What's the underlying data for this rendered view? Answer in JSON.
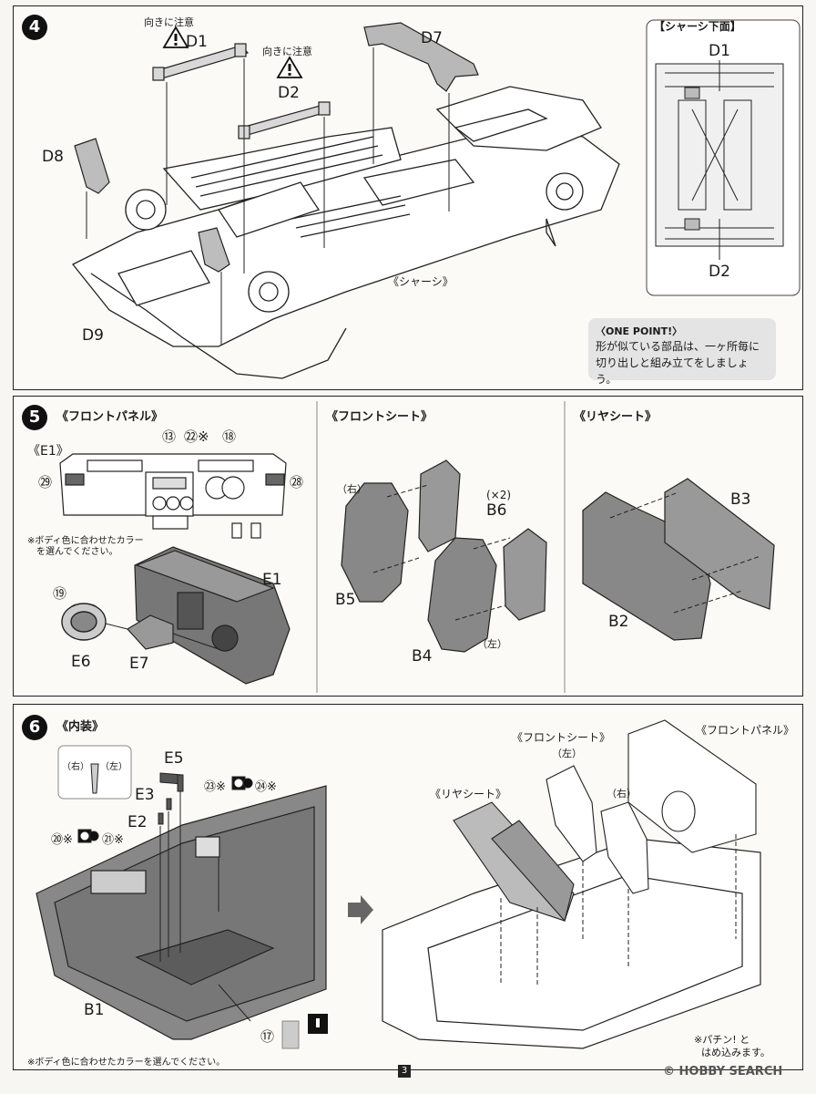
{
  "step4": {
    "number": "4",
    "caution1": "向きに注意",
    "caution2": "向きに注意",
    "d1": "D1",
    "d2": "D2",
    "d7": "D7",
    "d8": "D8",
    "d9": "D9",
    "chassis": "《シャーシ》",
    "underside_title": "【シャーシ下面】",
    "underside_d1": "D1",
    "underside_d2": "D2",
    "onepoint_title": "〈ONE POINT!〉",
    "onepoint_line1": "形が似ている部品は、一ヶ所毎に",
    "onepoint_line2": "切り出しと組み立てをしましょう。"
  },
  "step5": {
    "number": "5",
    "front_panel_title": "《フロントパネル》",
    "e1_label": "《E1》",
    "decal13": "⑬",
    "decal22": "㉒※",
    "decal18": "⑱",
    "decal29": "㉙",
    "decal28": "㉘",
    "color_note_line1": "※ボディ色に合わせたカラー",
    "color_note_line2": "を選んでください。",
    "e1": "E1",
    "decal19": "⑲",
    "e6": "E6",
    "e7": "E7",
    "front_seat_title": "《フロントシート》",
    "right": "（右）",
    "x2": "(×2)",
    "b6": "B6",
    "b5": "B5",
    "b4": "B4",
    "left": "（左）",
    "rear_seat_title": "《リヤシート》",
    "b3": "B3",
    "b2": "B2"
  },
  "step6": {
    "number": "6",
    "interior_title": "《内装》",
    "lr_right": "（右）",
    "lr_left": "（左）",
    "e5": "E5",
    "e3": "E3",
    "e2": "E2",
    "decal23": "㉓※",
    "decal24": "㉔※",
    "decal20": "⑳※",
    "decal21": "㉑※",
    "b1": "B1",
    "decal17": "⑰",
    "color_note": "※ボディ色に合わせたカラーを選んでください。",
    "front_seat": "《フロントシート》",
    "seat_left": "（左）",
    "seat_right": "（右）",
    "front_panel": "《フロントパネル》",
    "rear_seat": "《リヤシート》",
    "snap_line1": "※パチン! と",
    "snap_line2": "はめ込みます。"
  },
  "page": {
    "number": "3",
    "watermark": "© HOBBY SEARCH"
  }
}
